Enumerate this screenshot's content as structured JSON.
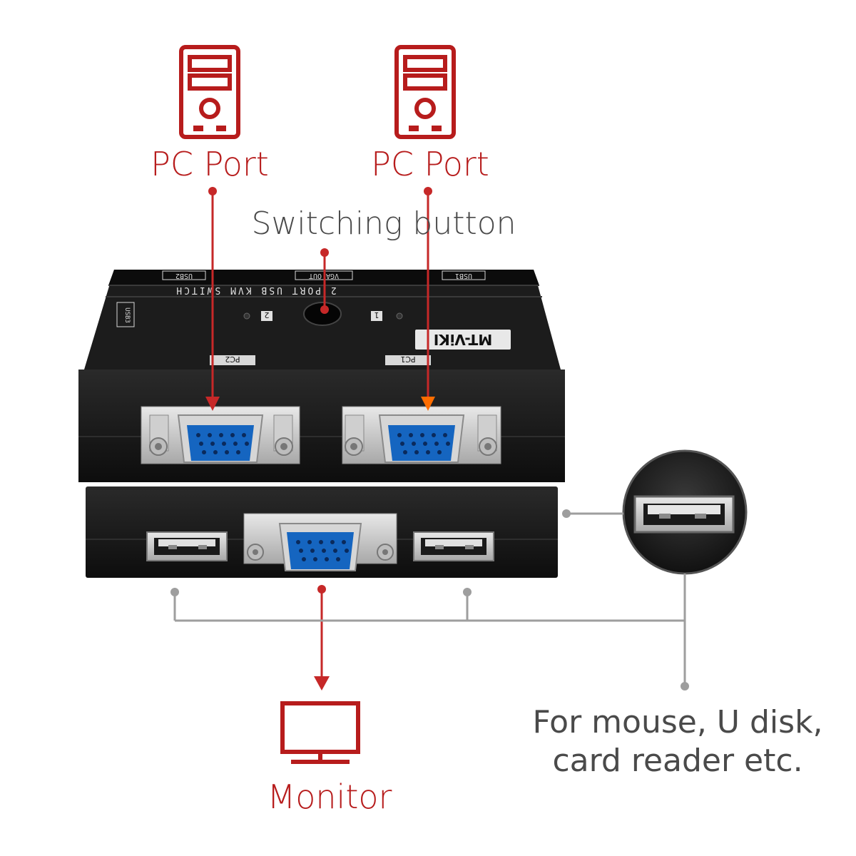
{
  "labels": {
    "pc_port_left": "PC Port",
    "pc_port_right": "PC Port",
    "switching_button": "Switching button",
    "monitor": "Monitor",
    "usb_note_line1": "For mouse, U disk,",
    "usb_note_line2": "card reader etc."
  },
  "device": {
    "top_strip": "2 PORT USB KVM SWITCH",
    "brand": "MT-ViKI",
    "port_usb2": "USB2",
    "port_vga_out": "VGA OUT",
    "port_usb1": "USB1",
    "side_usb3": "USB3",
    "led_2": "2",
    "led_1": "1",
    "pc2": "PC2",
    "pc1": "PC1"
  },
  "colors": {
    "accent_red": "#b71c1c",
    "arrow_orange": "#ff6d00",
    "connector_grey": "#9e9e9e",
    "device_body": "#151515",
    "vga_blue": "#1565c0"
  }
}
